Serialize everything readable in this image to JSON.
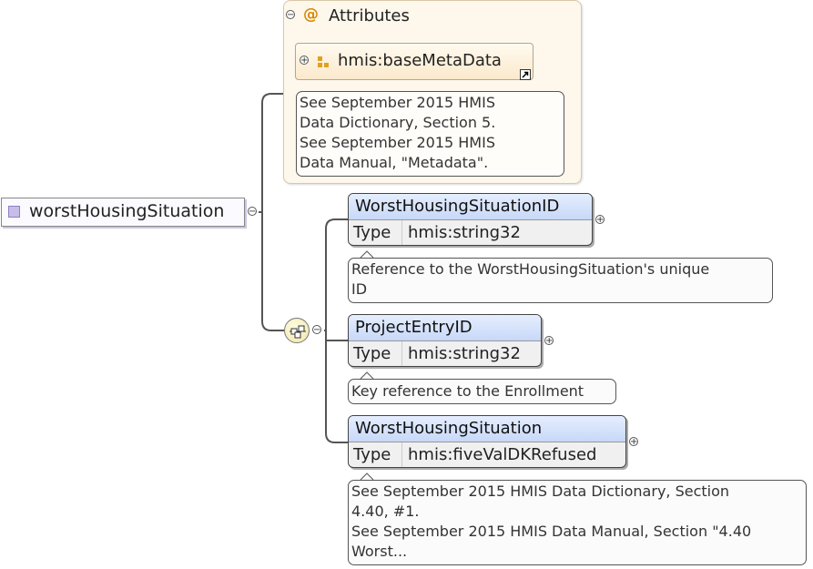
{
  "attributes": {
    "title": "Attributes",
    "at_symbol": "@",
    "item": {
      "label": "hmis:baseMetaData",
      "note": [
        "See September 2015 HMIS",
        "Data Dictionary, Section 5.",
        "See September 2015 HMIS",
        "Data Manual, \"Metadata\"."
      ]
    }
  },
  "root": {
    "label": "worstHousingSituation"
  },
  "children": [
    {
      "name": "WorstHousingSituationID",
      "type_label": "Type",
      "type_value": "hmis:string32",
      "note": [
        "Reference to the WorstHousingSituation's unique",
        "ID"
      ]
    },
    {
      "name": "ProjectEntryID",
      "type_label": "Type",
      "type_value": "hmis:string32",
      "note": [
        "Key reference to the Enrollment"
      ]
    },
    {
      "name": "WorstHousingSituation",
      "type_label": "Type",
      "type_value": "hmis:fiveValDKRefused",
      "note": [
        "See September 2015 HMIS Data Dictionary, Section",
        "4.40, #1.",
        "See September 2015 HMIS Data Manual, Section \"4.40",
        "Worst..."
      ]
    }
  ],
  "toggles": {
    "collapse": "−",
    "expand": "+"
  },
  "colors": {
    "attr_panel_bg": "#fdf7ec",
    "element_header": "#c7d8f7",
    "root_marker": "#c7bde8",
    "attr_accent": "#d88a00"
  }
}
